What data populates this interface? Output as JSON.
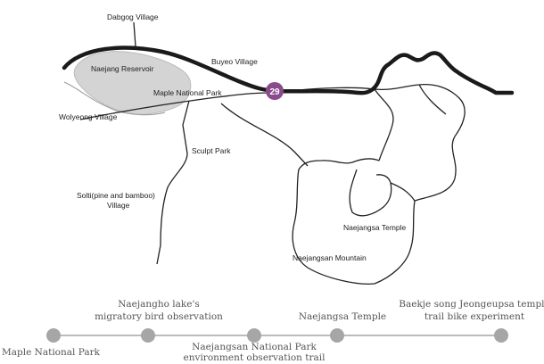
{
  "map": {
    "route_badge": "29",
    "colors": {
      "reservoir": "#d4d4d4",
      "badge": "#8a4a8c",
      "highway": "#1a1a1a",
      "trail": "#222222",
      "timeline_dot": "#a6a6a6",
      "timeline_line": "#bbbbbb"
    },
    "labels": {
      "dabgog": "Dabgog Village",
      "reservoir": "Naejang Reservoir",
      "buyeo": "Buyeo Village",
      "maple_park": "Maple National Park",
      "wolyeong": "Wolyeong Village",
      "sculpt": "Sculpt Park",
      "solti_1": "Solti(pine and bamboo)",
      "solti_2": "Village",
      "temple": "Naejangsa Temple",
      "mountain": "Naejangsan Mountain"
    }
  },
  "timeline": {
    "stop1": "Maple National Park",
    "stop2_1": "Naejangho lake's",
    "stop2_2": "migratory bird observation",
    "stop3_1": "Naejangsan National Park",
    "stop3_2": "environment observation trail",
    "stop4": "Naejangsa Temple",
    "stop5_1": "Baekje song Jeongeupsa temple",
    "stop5_2": "trail bike experiment"
  }
}
